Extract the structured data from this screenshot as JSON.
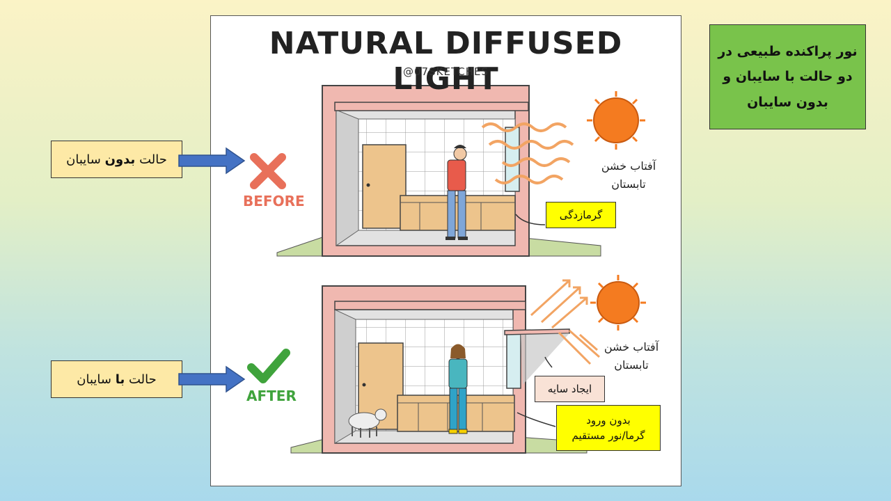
{
  "illustration": {
    "title": "NATURAL DIFFUSED LIGHT",
    "handle": "@07SKETCHES",
    "before_label": "BEFORE",
    "after_label": "AFTER",
    "before_color": "#e8705a",
    "after_color": "#3fa33c"
  },
  "annotations": {
    "sun_top": [
      "آفتاب خشن",
      "تابستان"
    ],
    "sun_bottom": [
      "آفتاب خشن",
      "تابستان"
    ],
    "heat_note": "گرمازدگی",
    "shade_note": "ایجاد سایه",
    "no_heat_note": [
      "بدون ورود",
      "گرما/نور مستقیم"
    ]
  },
  "callouts": {
    "without_prefix": "حالت",
    "without_bold": "بدون",
    "without_suffix": "سایبان",
    "with_prefix": "حالت",
    "with_bold": "با",
    "with_suffix": "سایبان"
  },
  "heading_box": [
    "نور پراکنده طبیعی در",
    "دو حالت با سایبان و",
    "بدون سایبان"
  ],
  "colors": {
    "arrow": "#4472c4",
    "callout_bg": "#fde9a6",
    "heading_bg": "#79c34b",
    "note_yellow": "#ffff00",
    "note_pink": "#f9e2d6",
    "sun": "#f47b20"
  }
}
